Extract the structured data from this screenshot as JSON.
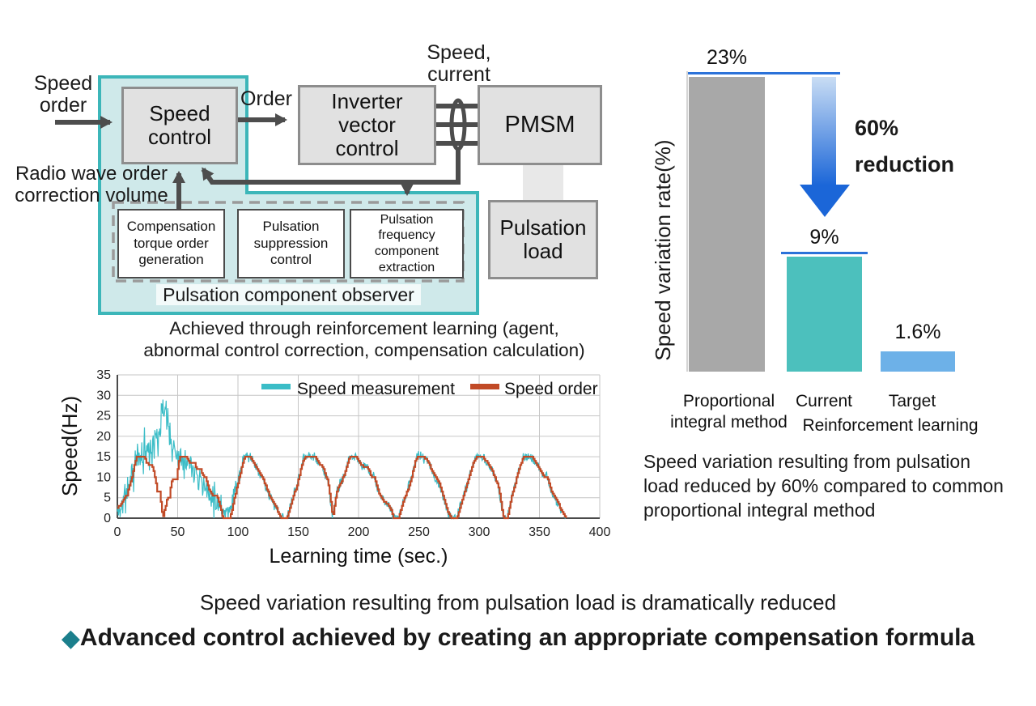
{
  "diagram": {
    "speed_order_label": "Speed\norder",
    "order_label": "Order",
    "speed_current_label": "Speed,\ncurrent",
    "radio_label": "Radio wave order\ncorrection volume",
    "speed_control": "Speed\ncontrol",
    "inverter": "Inverter\nvector\ncontrol",
    "pmsm": "PMSM",
    "pulsation_load": "Pulsation\nload",
    "observer_boxes": [
      "Compensation torque order generation",
      "Pulsation suppression control",
      "Pulsation frequency component extraction"
    ],
    "observer_label": "Pulsation component observer",
    "caption": "Achieved through reinforcement learning (agent,\nabnormal control correction, compensation calculation)",
    "accent_fill": "#cfe9ea",
    "accent_border": "#3cb6b9"
  },
  "chart_data": [
    {
      "id": "variation-bars",
      "type": "bar",
      "ylabel": "Speed variation rate(%)",
      "categories": [
        "Proportional\nintegral method",
        "Current",
        "Target"
      ],
      "values": [
        23,
        9,
        1.6
      ],
      "value_labels": [
        "23%",
        "9%",
        "1.6%"
      ],
      "colors": [
        "#a8a8a8",
        "#4cc0bd",
        "#6db1e8"
      ],
      "ref_lines": [
        23,
        9
      ],
      "ref_line_color": "#2b72d9",
      "annotation": "60%\nreduction",
      "group_label": "Reinforcement learning",
      "caption": "Speed variation resulting from pulsation\nload reduced by 60% compared to common\nproportional integral method",
      "ylim": [
        0,
        23
      ],
      "grid": false,
      "legend_position": "none"
    },
    {
      "id": "learning-curve",
      "type": "line",
      "xlabel": "Learning time (sec.)",
      "ylabel": "Speed(Hz)",
      "xlim": [
        0,
        400
      ],
      "xtick_step": 50,
      "ylim": [
        0,
        35
      ],
      "ytick_step": 5,
      "grid": true,
      "legend_position": "top",
      "series": [
        {
          "name": "Speed measurement",
          "color": "#3bbdc7",
          "style": "noisy",
          "sample_step": 0.45,
          "seed": 11,
          "follow_from": 99,
          "base_points": [
            [
              0,
              1.5
            ],
            [
              3,
              3
            ],
            [
              6,
              5
            ],
            [
              9,
              7
            ],
            [
              12,
              10
            ],
            [
              15,
              13
            ],
            [
              18,
              15
            ],
            [
              21,
              16
            ],
            [
              24,
              17
            ],
            [
              27,
              16
            ],
            [
              30,
              17
            ],
            [
              33,
              19
            ],
            [
              36,
              24
            ],
            [
              38,
              28
            ],
            [
              40,
              25
            ],
            [
              42,
              21
            ],
            [
              44,
              19
            ],
            [
              46,
              17
            ],
            [
              48,
              16
            ],
            [
              50,
              15.5
            ],
            [
              54,
              15
            ],
            [
              58,
              13.5
            ],
            [
              62,
              13
            ],
            [
              66,
              11.5
            ],
            [
              70,
              9
            ],
            [
              74,
              7
            ],
            [
              78,
              5.5
            ],
            [
              82,
              5
            ],
            [
              86,
              3
            ],
            [
              90,
              1.5
            ],
            [
              93,
              2
            ],
            [
              96,
              5
            ],
            [
              98,
              8
            ]
          ],
          "noise_amplitude": [
            [
              0,
              2.5
            ],
            [
              5,
              3.5
            ],
            [
              10,
              5
            ],
            [
              15,
              5.5
            ],
            [
              20,
              5.5
            ],
            [
              25,
              5
            ],
            [
              30,
              6
            ],
            [
              35,
              6
            ],
            [
              38,
              4.5
            ],
            [
              41,
              6
            ],
            [
              45,
              4
            ],
            [
              50,
              2.5
            ],
            [
              55,
              2.5
            ],
            [
              60,
              3
            ],
            [
              65,
              3.5
            ],
            [
              70,
              3.5
            ],
            [
              75,
              4
            ],
            [
              80,
              4
            ],
            [
              85,
              3
            ],
            [
              90,
              3.5
            ],
            [
              94,
              2.5
            ],
            [
              98,
              2
            ],
            [
              102,
              1.8
            ],
            [
              108,
              1.3
            ],
            [
              120,
              1.1
            ],
            [
              140,
              1.2
            ],
            [
              155,
              1.6
            ],
            [
              165,
              1.3
            ],
            [
              200,
              1.1
            ],
            [
              250,
              1.3
            ],
            [
              300,
              1.1
            ],
            [
              340,
              1.3
            ],
            [
              372,
              0.9
            ]
          ]
        },
        {
          "name": "Speed order",
          "color": "#c14a26",
          "style": "step",
          "points": [
            [
              0,
              2.5
            ],
            [
              2,
              3
            ],
            [
              4,
              4
            ],
            [
              6,
              5
            ],
            [
              8,
              5.5
            ],
            [
              10,
              8
            ],
            [
              12,
              10
            ],
            [
              14,
              13
            ],
            [
              16,
              15
            ],
            [
              22,
              15
            ],
            [
              24,
              13.5
            ],
            [
              27,
              13
            ],
            [
              29,
              12.5
            ],
            [
              31,
              10
            ],
            [
              33,
              6.5
            ],
            [
              35,
              6.5
            ],
            [
              37.5,
              0
            ],
            [
              39.5,
              2.5
            ],
            [
              41.5,
              5
            ],
            [
              43,
              5
            ],
            [
              44,
              7.5
            ],
            [
              45.5,
              9.5
            ],
            [
              49,
              9.5
            ],
            [
              50,
              12
            ],
            [
              51.5,
              15
            ],
            [
              57.5,
              15
            ],
            [
              59,
              14
            ],
            [
              60.5,
              13.5
            ],
            [
              64,
              13.5
            ],
            [
              65,
              12.5
            ],
            [
              66,
              12
            ],
            [
              69,
              12
            ],
            [
              70,
              11
            ],
            [
              71.5,
              10
            ],
            [
              73,
              10
            ],
            [
              74.5,
              8.5
            ],
            [
              76,
              7
            ],
            [
              77.5,
              6
            ],
            [
              79,
              5.5
            ],
            [
              82,
              5.5
            ],
            [
              83.5,
              4.5
            ],
            [
              85.5,
              2.5
            ],
            [
              86.5,
              1
            ],
            [
              88,
              0
            ],
            [
              93,
              0
            ],
            [
              95,
              2
            ],
            [
              97,
              5
            ],
            [
              99.5,
              8
            ],
            [
              101,
              10
            ],
            [
              103.5,
              13
            ],
            [
              105.5,
              15
            ],
            [
              110,
              15
            ],
            [
              112,
              14
            ],
            [
              114,
              13
            ],
            [
              116,
              12
            ],
            [
              118,
              11
            ],
            [
              120,
              10
            ],
            [
              122,
              8.5
            ],
            [
              124,
              7
            ],
            [
              126,
              5.5
            ],
            [
              128.5,
              4
            ],
            [
              130.5,
              3
            ],
            [
              132.5,
              2
            ],
            [
              134,
              1
            ],
            [
              136,
              0
            ],
            [
              140.5,
              0
            ],
            [
              142.5,
              2
            ],
            [
              144.5,
              4
            ],
            [
              146.5,
              6
            ],
            [
              148,
              7
            ],
            [
              150.5,
              10
            ],
            [
              152,
              12
            ],
            [
              154,
              14
            ],
            [
              156,
              15
            ],
            [
              164,
              15
            ],
            [
              166,
              14
            ],
            [
              168,
              13
            ],
            [
              170,
              12.5
            ],
            [
              172,
              11
            ],
            [
              174.5,
              9
            ],
            [
              176.5,
              5
            ],
            [
              178.5,
              0
            ],
            [
              180.5,
              4
            ],
            [
              182.5,
              7
            ],
            [
              184,
              8
            ],
            [
              186,
              9
            ],
            [
              188.5,
              11
            ],
            [
              190.5,
              13
            ],
            [
              192.5,
              15
            ],
            [
              198,
              15
            ],
            [
              200,
              14
            ],
            [
              202,
              13
            ],
            [
              204,
              12.5
            ],
            [
              207,
              12.5
            ],
            [
              208,
              12
            ],
            [
              209.5,
              11
            ],
            [
              211,
              10
            ],
            [
              213,
              10
            ],
            [
              215,
              8
            ],
            [
              217,
              6
            ],
            [
              219,
              5
            ],
            [
              221,
              4
            ],
            [
              223,
              3.5
            ],
            [
              225,
              3
            ],
            [
              227,
              2
            ],
            [
              229,
              0
            ],
            [
              233,
              0
            ],
            [
              235,
              2
            ],
            [
              237,
              4
            ],
            [
              239,
              5.5
            ],
            [
              241,
              7
            ],
            [
              243,
              9
            ],
            [
              245.5,
              12
            ],
            [
              247,
              14
            ],
            [
              248.5,
              15
            ],
            [
              253.5,
              15
            ],
            [
              255,
              14.5
            ],
            [
              257,
              14
            ],
            [
              259.5,
              12.5
            ],
            [
              261.5,
              11
            ],
            [
              263.5,
              10
            ],
            [
              265.5,
              9
            ],
            [
              267.5,
              8
            ],
            [
              269.5,
              6
            ],
            [
              271.5,
              4
            ],
            [
              273.5,
              2
            ],
            [
              275,
              1
            ],
            [
              277.5,
              0
            ],
            [
              281.5,
              0
            ],
            [
              283.5,
              2
            ],
            [
              285.5,
              4
            ],
            [
              287.5,
              6
            ],
            [
              289.5,
              8
            ],
            [
              291.5,
              10
            ],
            [
              293.5,
              12
            ],
            [
              295,
              13.5
            ],
            [
              297.5,
              15
            ],
            [
              303,
              15
            ],
            [
              305.5,
              14
            ],
            [
              307.5,
              13
            ],
            [
              309.5,
              12
            ],
            [
              311.5,
              11
            ],
            [
              313,
              10
            ],
            [
              315.5,
              8
            ],
            [
              317.5,
              5
            ],
            [
              319,
              2
            ],
            [
              320.5,
              0
            ],
            [
              323.5,
              0
            ],
            [
              325.5,
              3
            ],
            [
              327.5,
              6
            ],
            [
              329.5,
              8
            ],
            [
              331,
              10
            ],
            [
              333,
              12
            ],
            [
              335.5,
              14
            ],
            [
              337.5,
              15
            ],
            [
              343.5,
              15
            ],
            [
              345.5,
              14
            ],
            [
              347.5,
              13
            ],
            [
              349.5,
              12.5
            ],
            [
              351.5,
              11
            ],
            [
              353.5,
              10
            ],
            [
              356.5,
              10
            ],
            [
              358.5,
              8
            ],
            [
              360.5,
              6
            ],
            [
              362.5,
              5
            ],
            [
              364.5,
              4
            ],
            [
              366.5,
              3
            ],
            [
              368,
              2
            ],
            [
              370,
              1
            ],
            [
              372,
              0
            ]
          ]
        }
      ]
    }
  ],
  "footer": {
    "line1": "Speed variation resulting from pulsation load is dramatically reduced",
    "bullet": "◆",
    "line2": "Advanced control achieved by creating an appropriate compensation formula",
    "bullet_color": "#1b7f8c"
  }
}
